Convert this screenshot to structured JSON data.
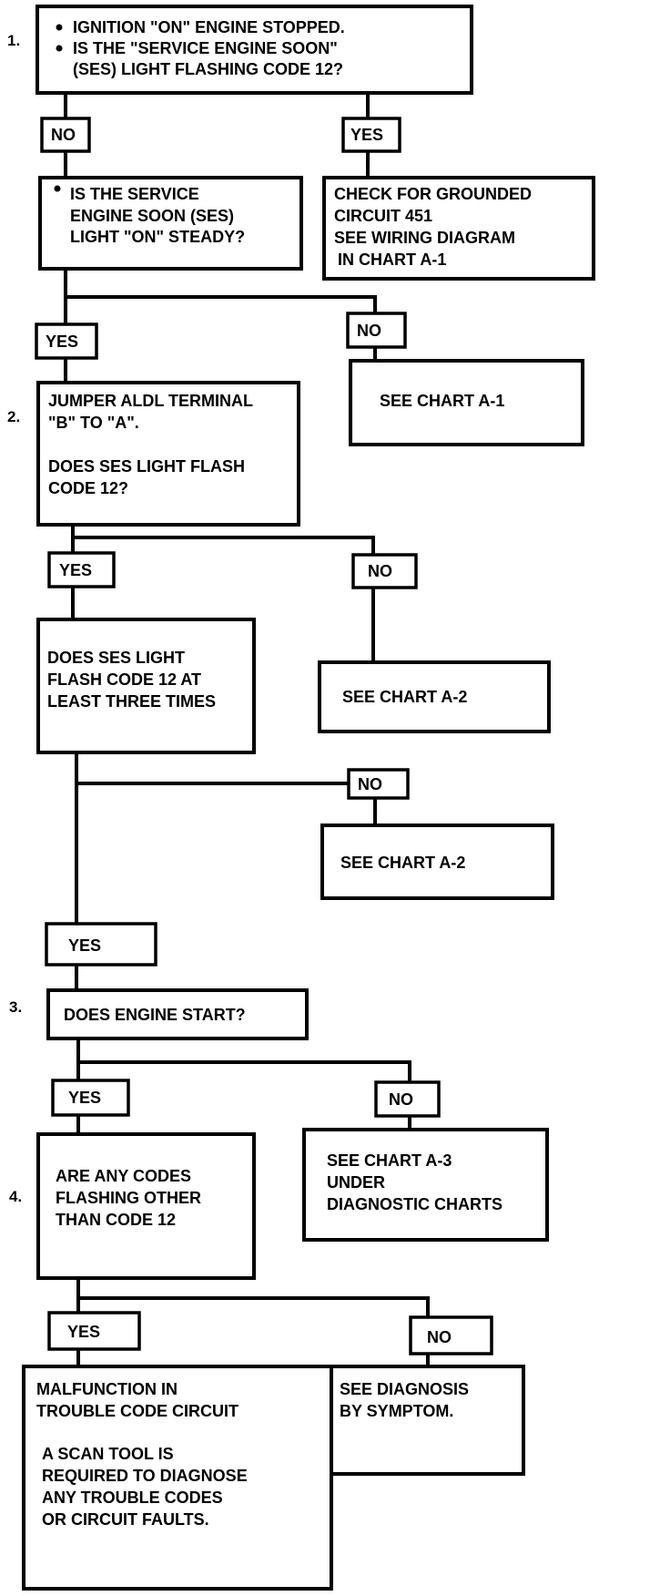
{
  "steps": [
    "1.",
    "2.",
    "3.",
    "4."
  ],
  "labels": {
    "yes": "YES",
    "no": "NO"
  },
  "q1": {
    "bullet1": "IGNITION \"ON\" ENGINE STOPPED.",
    "bullet2": "IS THE \"SERVICE ENGINE SOON\"",
    "bullet3": "(SES) LIGHT FLASHING CODE 12?"
  },
  "yes1": [
    "CHECK FOR GROUNDED",
    "CIRCUIT 451",
    "SEE WIRING DIAGRAM",
    "IN CHART A-1"
  ],
  "q1b": [
    "IS THE SERVICE",
    "ENGINE SOON (SES)",
    "LIGHT \"ON\" STEADY?"
  ],
  "no1b": "SEE  CHART A-1",
  "q2": [
    "JUMPER ALDL TERMINAL",
    "\"B\" TO \"A\".",
    "DOES SES LIGHT FLASH",
    "CODE 12?"
  ],
  "no2": "SEE  CHART A-2",
  "q2b": [
    "DOES SES LIGHT",
    "FLASH CODE 12 AT",
    "LEAST THREE TIMES"
  ],
  "no2b": "SEE  CHART A-2",
  "q3": "DOES ENGINE START?",
  "no3": [
    "SEE CHART A-3",
    "UNDER",
    "DIAGNOSTIC CHARTS"
  ],
  "q4": [
    "ARE ANY CODES",
    "FLASHING OTHER",
    "THAN CODE 12"
  ],
  "no4": [
    "SEE  DIAGNOSIS",
    "BY SYMPTOM."
  ],
  "yes4": [
    "MALFUNCTION IN",
    "TROUBLE CODE CIRCUIT",
    "A SCAN TOOL IS",
    "REQUIRED TO DIAGNOSE",
    "ANY TROUBLE CODES",
    "OR CIRCUIT FAULTS."
  ]
}
